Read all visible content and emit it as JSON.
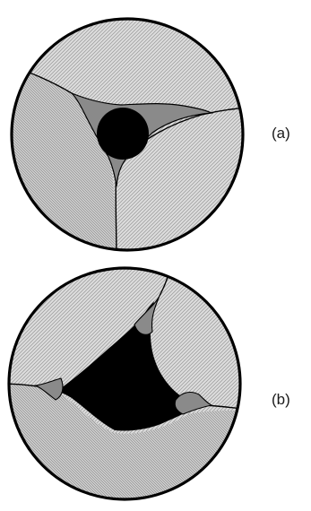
{
  "panels": [
    {
      "label": "(a)"
    },
    {
      "label": "(b)"
    }
  ],
  "colors": {
    "grain_fill": "#dedede",
    "grain_hatch": "#a0a0a0",
    "grain_dense_fill": "#d2d2d2",
    "grain_dense_hatch": "#8c8c8c",
    "meniscus": "#8a8a8a",
    "pore": "#000000",
    "outline": "#000000"
  },
  "icons": {
    "panel_a": "pore-between-three-grains-diagram",
    "panel_b": "larger-pore-between-three-grains-diagram"
  }
}
